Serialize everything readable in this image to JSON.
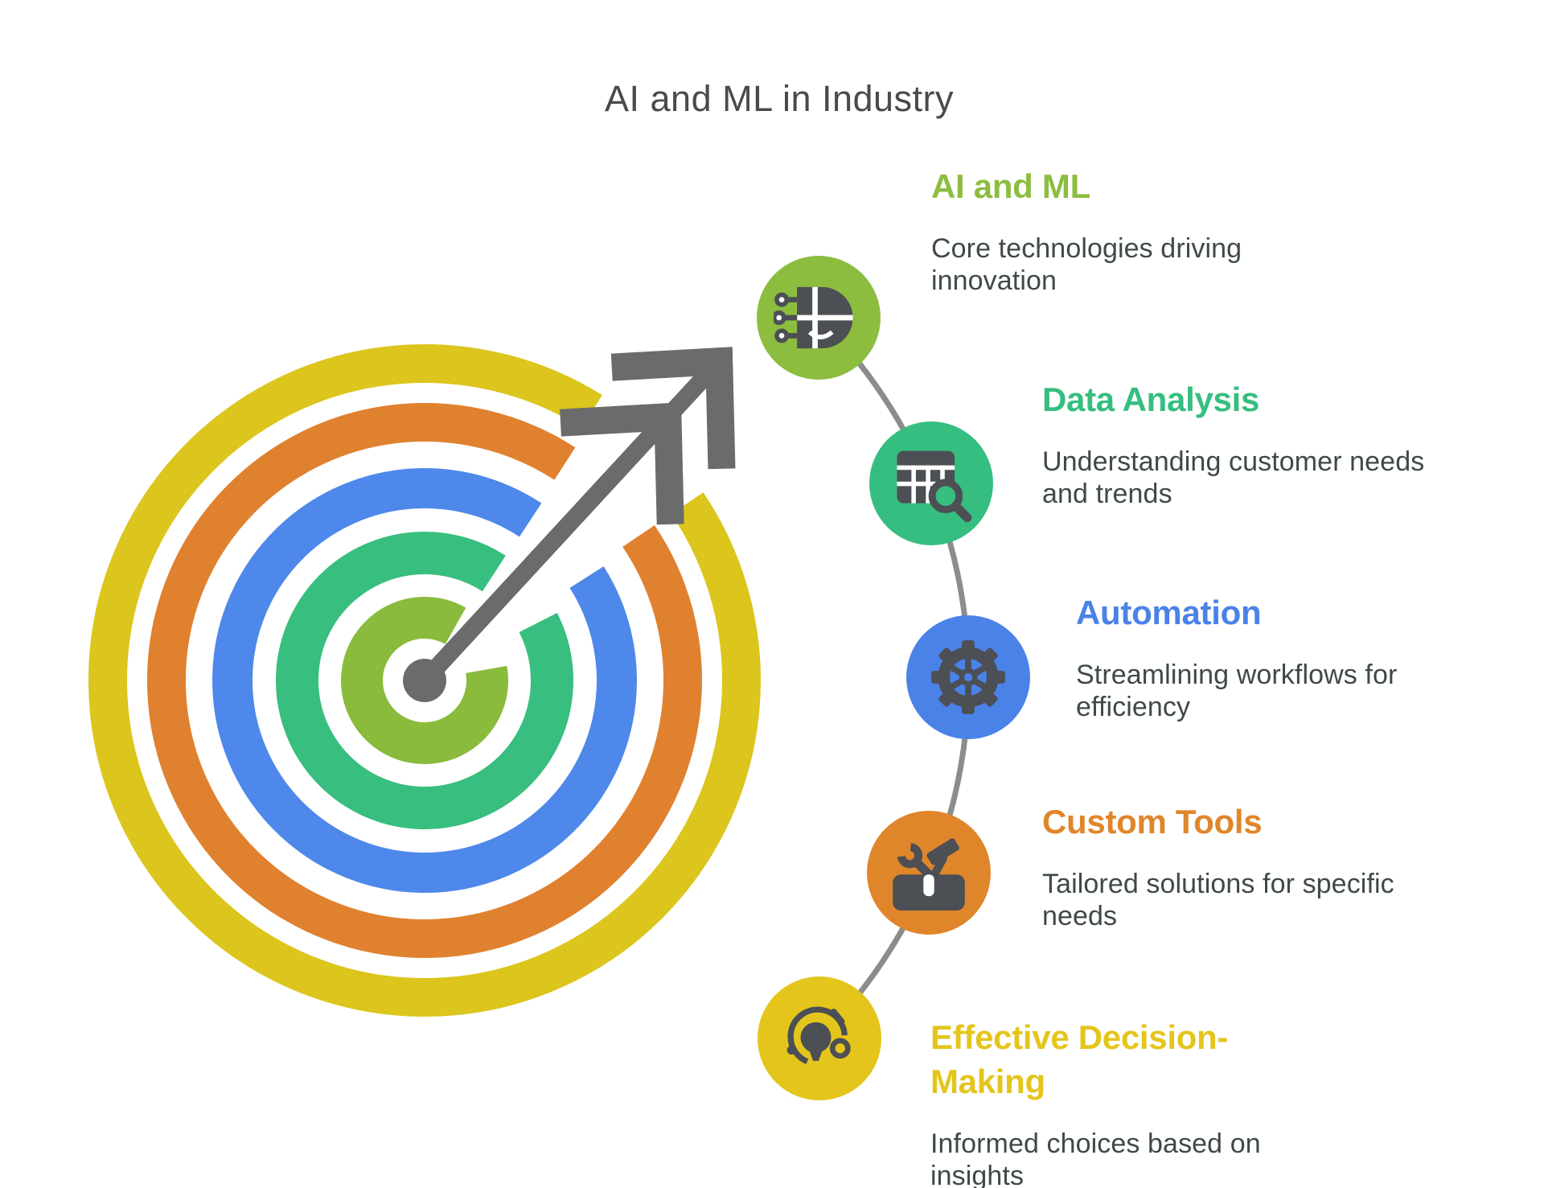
{
  "title": {
    "text": "AI and ML in Industry",
    "color": "#4A4A4A"
  },
  "items": [
    {
      "label": "AI and ML",
      "description": "Core technologies driving\ninnovation",
      "accent": "#8CBD3F",
      "icon": "ai-brain-icon"
    },
    {
      "label": "Data Analysis",
      "description": "Understanding customer needs\nand trends",
      "accent": "#35BE80",
      "icon": "data-table-search-icon"
    },
    {
      "label": "Automation",
      "description": "Streamlining workflows for\nefficiency",
      "accent": "#4A82E8",
      "icon": "gear-icon"
    },
    {
      "label": "Custom Tools",
      "description": "Tailored solutions for specific\nneeds",
      "accent": "#E0862A",
      "icon": "toolbox-icon"
    },
    {
      "label": "Effective Decision-\nMaking",
      "description": "Informed choices based on\ninsights",
      "accent": "#E4C51C",
      "icon": "lightbulb-decision-icon"
    }
  ],
  "target": {
    "rings": [
      "#DCC51C",
      "#E0812F",
      "#4E88EA",
      "#38BE7E",
      "#8ABB3C"
    ],
    "arrow_color": "#6B6B6B"
  },
  "connector": {
    "color": "#8C8C8C"
  },
  "icons": {
    "glyph_color": "#4C4F54"
  }
}
